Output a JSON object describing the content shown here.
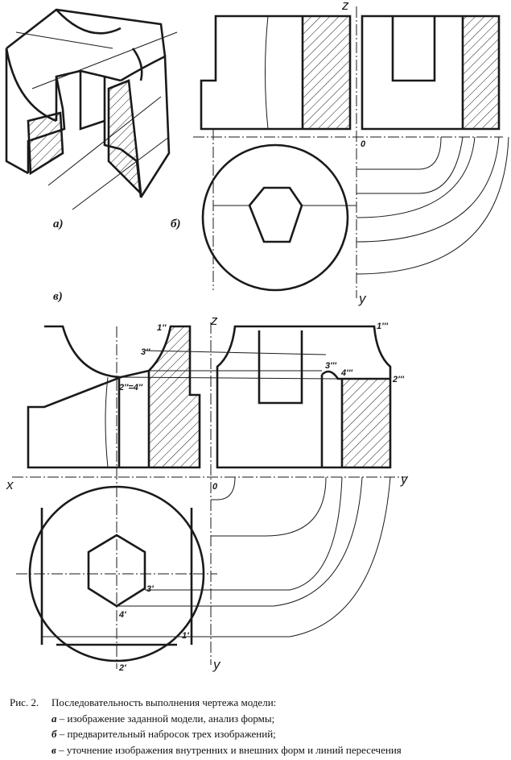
{
  "labels": {
    "panel_a": "а)",
    "panel_b": "б)",
    "panel_c": "в)",
    "axis_z": "z",
    "axis_x": "x",
    "axis_y": "y",
    "origin": "0",
    "axis_y_bottom": "y"
  },
  "points": {
    "p1_front": "1''",
    "p3_front": "3''",
    "p24_front": "2''=4''",
    "p1_side": "1'''",
    "p3_side": "3'''",
    "p4_side": "4'''",
    "p2_side": "2'''",
    "p3_top": "3'",
    "p4_top": "4'",
    "p1_top": "1'",
    "p2_top": "2'"
  },
  "caption": {
    "number": "Рис. 2.",
    "title": "Последовательность выполнения чертежа модели:",
    "items": [
      {
        "letter": "а",
        "text": " – изображение заданной модели, анализ формы;"
      },
      {
        "letter": "б",
        "text": " – предварительный набросок трех изображений;"
      },
      {
        "letter": "в",
        "text": " – уточнение изображения внутренних и внешних форм и линий пересечения"
      }
    ]
  }
}
